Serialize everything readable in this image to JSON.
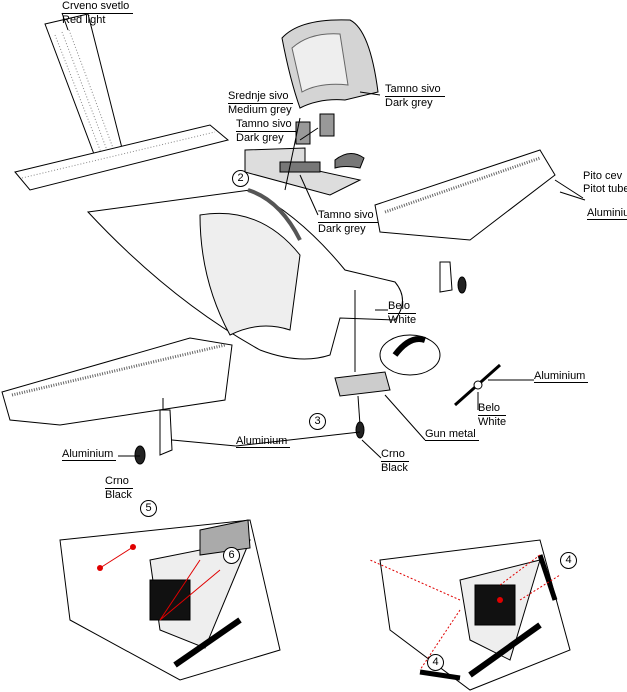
{
  "labels": {
    "red_light": {
      "top": "Crveno svetlo",
      "bottom": "Red light"
    },
    "medium_grey": {
      "top": "Srednje sivo",
      "bottom": "Medium grey"
    },
    "dark_grey_seat": {
      "top": "Tamno sivo",
      "bottom": "Dark grey"
    },
    "dark_grey_canopy": {
      "top": "Tamno sivo",
      "bottom": "Dark grey"
    },
    "dark_grey_floor": {
      "top": "Tamno sivo",
      "bottom": "Dark grey"
    },
    "pitot": {
      "top": "Pito cev",
      "bottom": "Pitot tube"
    },
    "pitot_aluminium": "Aluminiu",
    "white_fuselage": {
      "top": "Belo",
      "bottom": "White"
    },
    "prop_aluminium": "Aluminium",
    "white_prop": {
      "top": "Belo",
      "bottom": "White"
    },
    "gun_metal": "Gun metal",
    "black_nose_wheel": {
      "top": "Crno",
      "bottom": "Black"
    },
    "left_aluminium": "Aluminium",
    "black_main_wheel": {
      "top": "Crno",
      "bottom": "Black"
    },
    "center_aluminium": "Aluminium"
  },
  "steps": [
    "2",
    "3",
    "5",
    "6",
    "4",
    "4"
  ],
  "colors": {
    "ink": "#000000",
    "grey": "#b8b8b8",
    "dark": "#6a6a6a",
    "red": "#e00000"
  }
}
